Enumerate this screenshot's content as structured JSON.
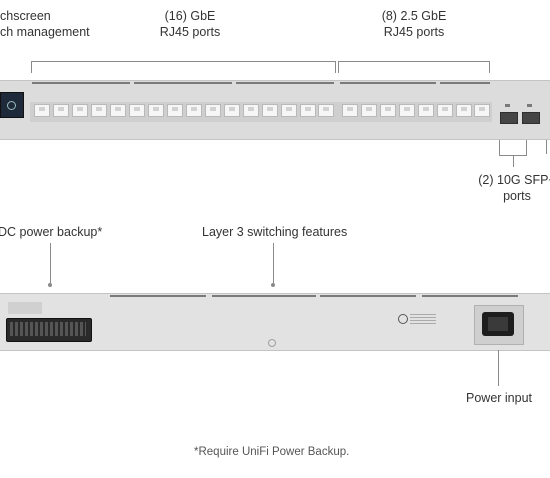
{
  "labels": {
    "touchscreen": "chscreen\nch management",
    "gbe_ports": "(16) GbE\nRJ45 ports",
    "ports_25gbe": "(8) 2.5 GbE\nRJ45 ports",
    "sfp_ports": "(2) 10G SFP+\nports",
    "dc_backup": "DC power backup*",
    "layer3": "Layer 3 switching features",
    "power_input": "Power input"
  },
  "footnote": "*Require UniFi Power Backup.",
  "colors": {
    "chassis": "#d8d8d8",
    "callout_line": "#8a8a8a",
    "text": "#333333",
    "sfp": "#454545"
  }
}
